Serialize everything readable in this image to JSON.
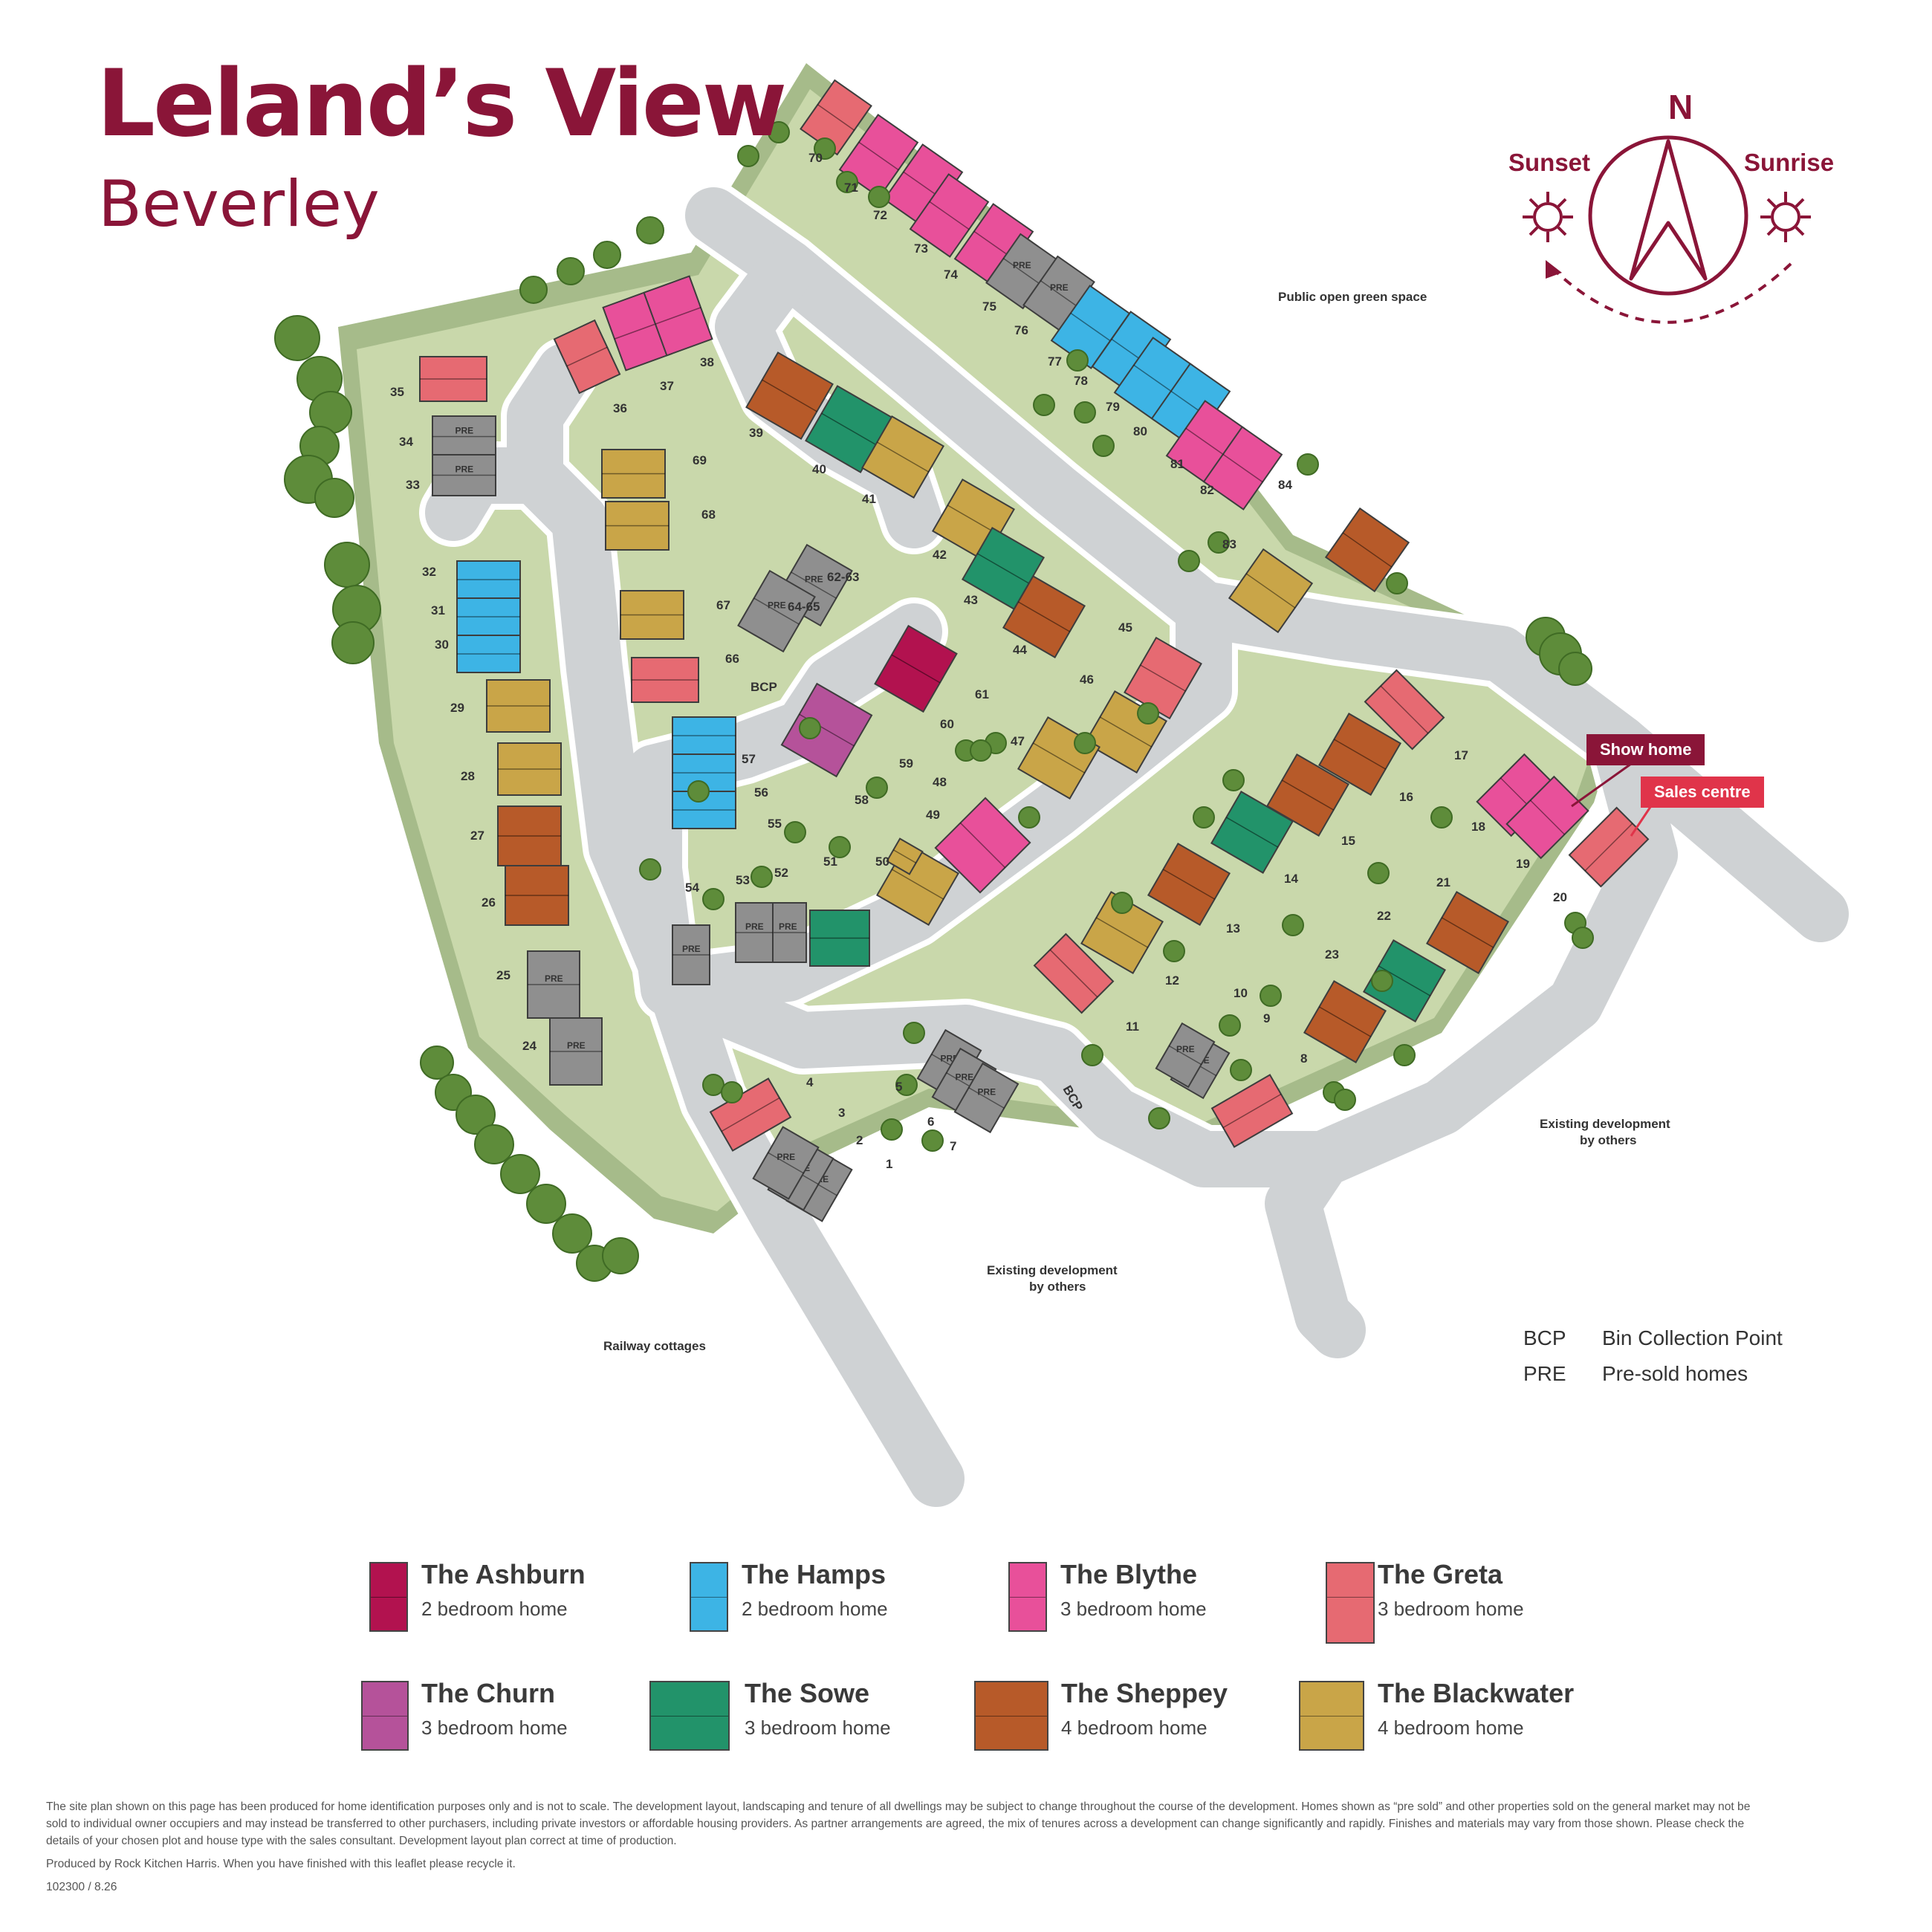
{
  "header": {
    "title": "Leland’s View",
    "subtitle": "Beverley"
  },
  "compass": {
    "north": "N",
    "sunset": "Sunset",
    "sunrise": "Sunrise"
  },
  "colors": {
    "brand": "#8a1538",
    "grass": "#c9d8ab",
    "green_space": "#a6bb8a",
    "road": "#cfd2d4",
    "road_edge": "#ffffff",
    "tree": "#5e8c3a",
    "show_home": "#8a1538",
    "sales_centre": "#e0344a"
  },
  "map_notes": {
    "public_open_space": "Public open green space",
    "existing_dev_right_1": "Existing development",
    "existing_dev_right_2": "by others",
    "existing_dev_centre_1": "Existing development",
    "existing_dev_centre_2": "by others",
    "railway_cottages": "Railway cottages",
    "show_home": "Show home",
    "sales_centre": "Sales centre",
    "bcp": "BCP",
    "pre": "PRE"
  },
  "key": [
    {
      "abbr": "BCP",
      "meaning": "Bin Collection Point"
    },
    {
      "abbr": "PRE",
      "meaning": "Pre-sold homes"
    }
  ],
  "house_types": [
    {
      "id": "ashburn",
      "name": "The Ashburn",
      "desc": "2 bedroom home",
      "color": "#b2124f"
    },
    {
      "id": "hamps",
      "name": "The Hamps",
      "desc": "2 bedroom home",
      "color": "#3db4e5"
    },
    {
      "id": "blythe",
      "name": "The Blythe",
      "desc": "3 bedroom home",
      "color": "#e8509a"
    },
    {
      "id": "greta",
      "name": "The Greta",
      "desc": "3 bedroom home",
      "color": "#e66a72"
    },
    {
      "id": "churn",
      "name": "The Churn",
      "desc": "3 bedroom home",
      "color": "#b5529a"
    },
    {
      "id": "sowe",
      "name": "The Sowe",
      "desc": "3 bedroom home",
      "color": "#22936a"
    },
    {
      "id": "sheppey",
      "name": "The Sheppey",
      "desc": "4 bedroom home",
      "color": "#b75a29"
    },
    {
      "id": "blackwater",
      "name": "The Blackwater",
      "desc": "4 bedroom home",
      "color": "#c9a548"
    },
    {
      "id": "presold",
      "name": "PRE",
      "desc": "",
      "color": "#8f8f8f"
    }
  ],
  "plots": [
    {
      "n": "70",
      "type": "greta"
    },
    {
      "n": "71",
      "type": "blythe"
    },
    {
      "n": "72",
      "type": "blythe"
    },
    {
      "n": "73",
      "type": "blythe"
    },
    {
      "n": "74",
      "type": "blythe"
    },
    {
      "n": "75",
      "type": "presold"
    },
    {
      "n": "76",
      "type": "presold"
    },
    {
      "n": "77",
      "type": "hamps"
    },
    {
      "n": "78",
      "type": "hamps"
    },
    {
      "n": "79",
      "type": "hamps"
    },
    {
      "n": "80",
      "type": "hamps"
    },
    {
      "n": "81",
      "type": "blythe"
    },
    {
      "n": "82",
      "type": "blythe"
    },
    {
      "n": "83",
      "type": "blackwater"
    },
    {
      "n": "84",
      "type": "sheppey"
    },
    {
      "n": "35",
      "type": "greta"
    },
    {
      "n": "34",
      "type": "presold"
    },
    {
      "n": "33",
      "type": "presold"
    },
    {
      "n": "36",
      "type": "greta"
    },
    {
      "n": "37",
      "type": "blythe"
    },
    {
      "n": "38",
      "type": "blythe"
    },
    {
      "n": "39",
      "type": "sheppey"
    },
    {
      "n": "40",
      "type": "sowe"
    },
    {
      "n": "41",
      "type": "blackwater"
    },
    {
      "n": "42",
      "type": "blackwater"
    },
    {
      "n": "43",
      "type": "sowe"
    },
    {
      "n": "44",
      "type": "sheppey"
    },
    {
      "n": "45",
      "type": "greta"
    },
    {
      "n": "46",
      "type": "blackwater"
    },
    {
      "n": "47",
      "type": "blackwater"
    },
    {
      "n": "48",
      "type": "blythe"
    },
    {
      "n": "49",
      "type": "blackwater"
    },
    {
      "n": "50",
      "type": "blackwater"
    },
    {
      "n": "51",
      "type": "sowe"
    },
    {
      "n": "52",
      "type": "presold"
    },
    {
      "n": "53",
      "type": "presold"
    },
    {
      "n": "54",
      "type": "presold"
    },
    {
      "n": "55",
      "type": "hamps"
    },
    {
      "n": "56",
      "type": "hamps"
    },
    {
      "n": "57",
      "type": "hamps"
    },
    {
      "n": "58",
      "type": "churn"
    },
    {
      "n": "59",
      "type": "churn"
    },
    {
      "n": "60",
      "type": "ashburn"
    },
    {
      "n": "61",
      "type": "ashburn"
    },
    {
      "n": "62-63",
      "type": "presold"
    },
    {
      "n": "64-65",
      "type": "presold"
    },
    {
      "n": "66",
      "type": "greta"
    },
    {
      "n": "67",
      "type": "blackwater"
    },
    {
      "n": "68",
      "type": "blackwater"
    },
    {
      "n": "69",
      "type": "blackwater"
    },
    {
      "n": "32",
      "type": "hamps"
    },
    {
      "n": "31",
      "type": "hamps"
    },
    {
      "n": "30",
      "type": "hamps"
    },
    {
      "n": "29",
      "type": "blackwater"
    },
    {
      "n": "28",
      "type": "blackwater"
    },
    {
      "n": "27",
      "type": "sheppey"
    },
    {
      "n": "26",
      "type": "sheppey"
    },
    {
      "n": "25",
      "type": "presold"
    },
    {
      "n": "24",
      "type": "presold"
    },
    {
      "n": "1",
      "type": "presold"
    },
    {
      "n": "2",
      "type": "presold"
    },
    {
      "n": "3",
      "type": "presold"
    },
    {
      "n": "4",
      "type": "greta"
    },
    {
      "n": "5",
      "type": "presold"
    },
    {
      "n": "6",
      "type": "presold"
    },
    {
      "n": "7",
      "type": "presold"
    },
    {
      "n": "8",
      "type": "greta"
    },
    {
      "n": "9",
      "type": "presold"
    },
    {
      "n": "10",
      "type": "presold"
    },
    {
      "n": "11",
      "type": "greta"
    },
    {
      "n": "12",
      "type": "blackwater"
    },
    {
      "n": "13",
      "type": "sheppey"
    },
    {
      "n": "14",
      "type": "sowe"
    },
    {
      "n": "15",
      "type": "sheppey"
    },
    {
      "n": "16",
      "type": "sheppey"
    },
    {
      "n": "17",
      "type": "greta"
    },
    {
      "n": "18",
      "type": "blythe"
    },
    {
      "n": "19",
      "type": "blythe"
    },
    {
      "n": "20",
      "type": "greta"
    },
    {
      "n": "21",
      "type": "sheppey"
    },
    {
      "n": "22",
      "type": "sowe"
    },
    {
      "n": "23",
      "type": "sheppey"
    }
  ],
  "disclaimer": {
    "p1": "The site plan shown on this page has been produced for home identification purposes only and is not to scale. The development layout, landscaping and tenure of all dwellings may be subject to change throughout the course of the development. Homes shown as “pre sold” and other properties sold on the general market may not be sold to individual owner occupiers and may instead be transferred to other purchasers, including private investors or affordable housing providers. As partner arrangements are agreed, the mix of tenures across a development can change significantly and rapidly. Finishes and materials may vary from those shown. Please check the details of your chosen plot and house type with the sales consultant. Development layout plan correct at time of production.",
    "p2": "Produced by Rock Kitchen Harris. When you have finished with this leaflet please recycle it.",
    "p3": "102300 / 8.26"
  }
}
